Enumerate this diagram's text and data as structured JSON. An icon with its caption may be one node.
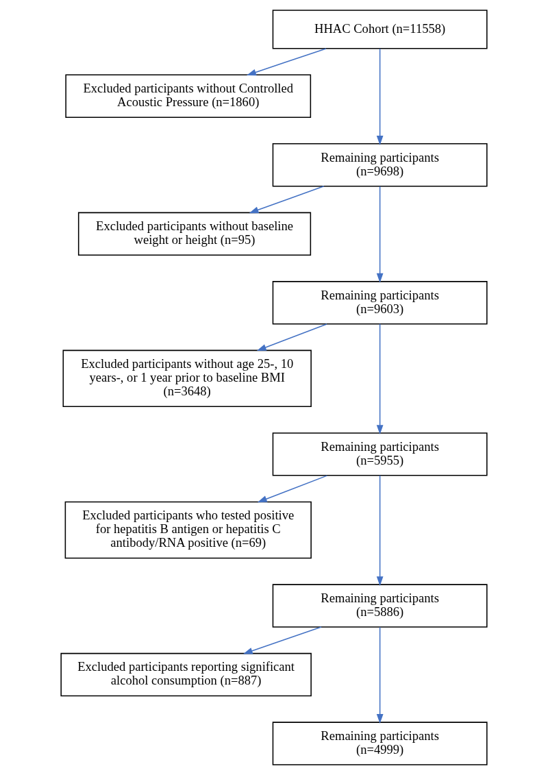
{
  "diagram": {
    "nodes": [
      {
        "text": [
          "HHAC Cohort (n=11558)"
        ]
      },
      {
        "text": [
          "Excluded participants without Controlled Acoustic Pressure (n=1860)"
        ]
      },
      {
        "text": [
          "Remaining participants (n=9698)"
        ]
      },
      {
        "text": [
          "Excluded participants without baseline weight or height (n=95)"
        ]
      },
      {
        "text": [
          "Remaining participants (n=9603)"
        ]
      },
      {
        "text": [
          "Excluded participants without age 25-, 10 years-, or 1 year prior to baseline BMI (n=3648)"
        ]
      },
      {
        "text": [
          "Remaining participants (n=5955)"
        ]
      },
      {
        "text": [
          "Excluded participants who tested positive for hepatitis B antigen or hepatitis C antibody/RNA positive (n=69)"
        ]
      },
      {
        "text": [
          "Remaining participants (n=5886)"
        ]
      },
      {
        "text": [
          "Excluded participants reporting significant alcohol consumption (n=887)"
        ]
      },
      {
        "text": [
          "Remaining participants (n=4999)"
        ]
      }
    ],
    "edges": [
      {
        "from": 0,
        "to": 1,
        "arrow": "to"
      },
      {
        "from": 0,
        "to": 2,
        "arrow": "to"
      },
      {
        "from": 2,
        "to": 3,
        "arrow": "to"
      },
      {
        "from": 2,
        "to": 4,
        "arrow": "to"
      },
      {
        "from": 4,
        "to": 5,
        "arrow": "to"
      },
      {
        "from": 4,
        "to": 6,
        "arrow": "to"
      },
      {
        "from": 6,
        "to": 7,
        "arrow": "to"
      },
      {
        "from": 6,
        "to": 8,
        "arrow": "to"
      },
      {
        "from": 8,
        "to": 9,
        "arrow": "to"
      },
      {
        "from": 8,
        "to": 10,
        "arrow": "to"
      }
    ]
  }
}
